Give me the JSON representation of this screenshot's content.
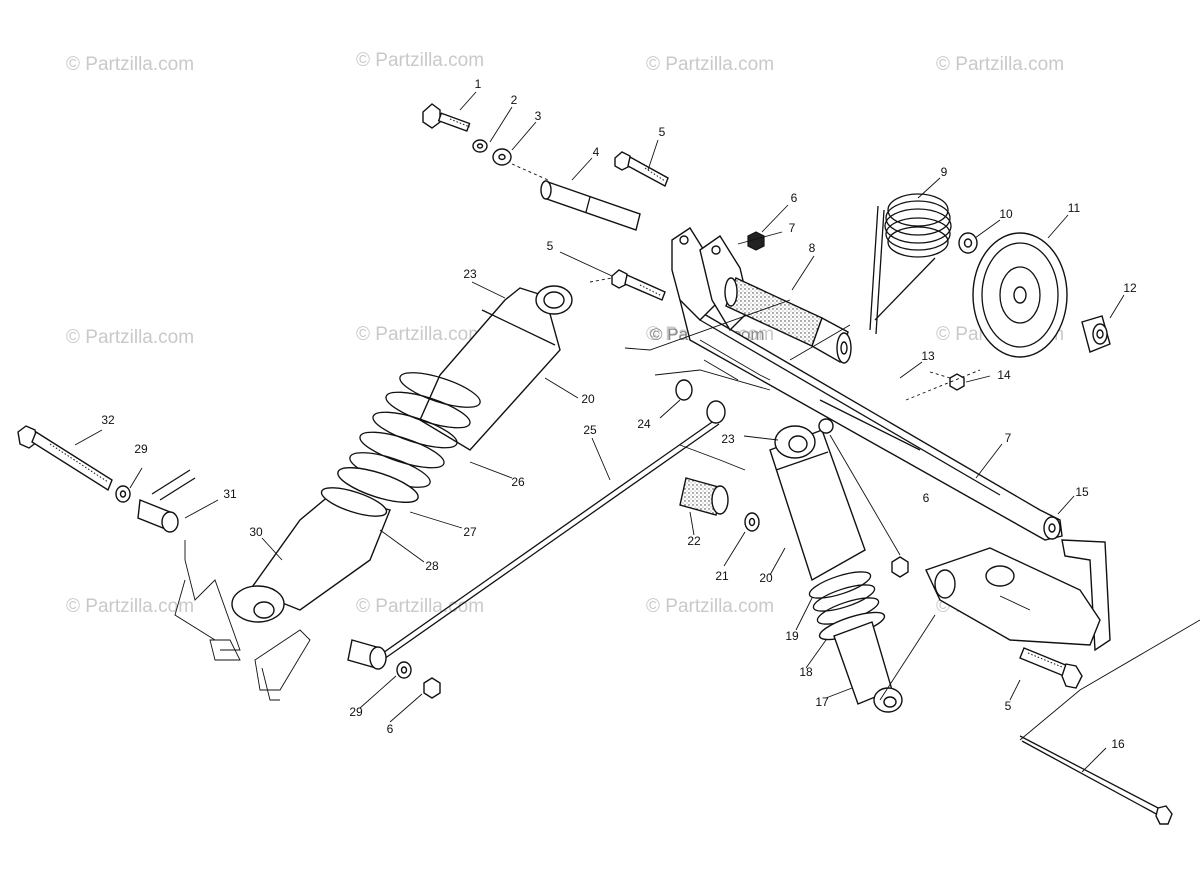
{
  "watermarks": [
    "© Partzilla.com",
    "© Partzilla.com",
    "© Partzilla.com",
    "© Partzilla.com",
    "© Partzilla.com",
    "© Partzilla.com",
    "© Partzilla.com",
    "© Partzilla.com",
    "© Partzilla.com",
    "© Partzilla.com",
    "© Partzilla.com",
    "© Partzilla.com",
    "© Partzilla.com"
  ],
  "callouts": [
    "1",
    "2",
    "3",
    "4",
    "5",
    "6",
    "5",
    "7",
    "8",
    "9",
    "10",
    "11",
    "12",
    "13",
    "14",
    "7",
    "6",
    "15",
    "23",
    "20",
    "26",
    "27",
    "28",
    "30",
    "32",
    "29",
    "31",
    "24",
    "25",
    "23",
    "22",
    "21",
    "20",
    "19",
    "18",
    "17",
    "5",
    "16",
    "29",
    "6"
  ]
}
